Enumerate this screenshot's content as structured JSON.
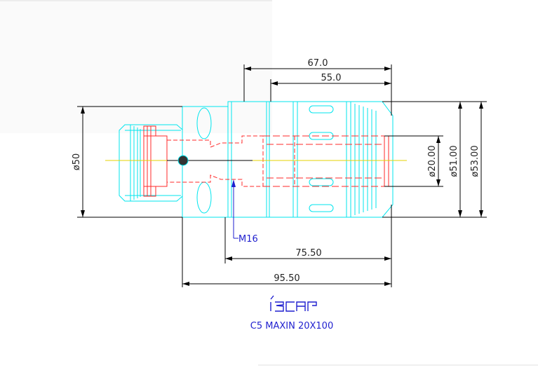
{
  "dimensions": {
    "overall_length": "67.0",
    "inner_length": "55.0",
    "shank_diameter": "ø50",
    "bore_diameter": "ø20.00",
    "body_diameter": "ø51.00",
    "outer_diameter": "ø53.00",
    "length_75": "75.50",
    "length_95": "95.50",
    "thread": "M16"
  },
  "logo": {
    "text": "iscar"
  },
  "product": {
    "name": "C5 MAXIN 20X100"
  },
  "colors": {
    "outline": "#00e5ee",
    "hidden": "#ff2a2a",
    "dimension": "#000000",
    "label": "#1f1fcf",
    "centerline": "#e6d200"
  }
}
